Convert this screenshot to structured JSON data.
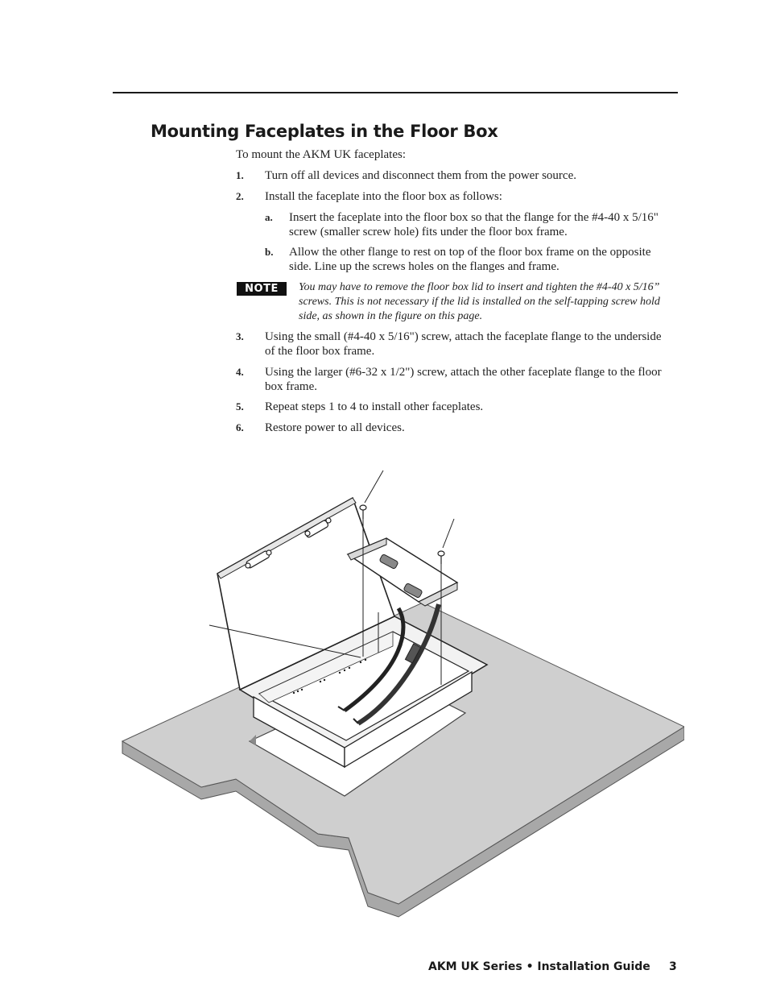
{
  "page": {
    "title": "Mounting Faceplates in the Floor Box",
    "intro": "To mount the AKM UK faceplates:",
    "steps": [
      {
        "num": "1.",
        "text": "Turn off all devices and disconnect them from the power source."
      },
      {
        "num": "2.",
        "text": "Install the faceplate into the floor box as follows:"
      },
      {
        "num": "3.",
        "text": "Using the small (#4-40 x 5/16\") screw, attach the faceplate flange to the underside of the floor box frame."
      },
      {
        "num": "4.",
        "text": "Using the larger (#6-32 x 1/2\") screw, attach the other faceplate flange to the floor box frame."
      },
      {
        "num": "5.",
        "text": "Repeat steps 1 to 4 to install other faceplates."
      },
      {
        "num": "6.",
        "text": "Restore power to all devices."
      }
    ],
    "substeps": [
      {
        "num": "a.",
        "text": "Insert the faceplate into the floor box so that the flange for the #4-40 x 5/16\" screw (smaller screw hole) fits under the floor box frame."
      },
      {
        "num": "b.",
        "text": "Allow the other flange to rest on top of the floor box frame on the opposite side. Line up the screws holes on the flanges and frame."
      }
    ],
    "note": {
      "label": "NOTE",
      "text": "You may have to remove the floor box lid to insert and tighten the #4-40 x 5/16” screws. This is not necessary if the lid is installed on the self-tapping screw hold side, as shown in the figure on this page."
    }
  },
  "footer": {
    "title": "AKM UK Series • Installation Guide",
    "page_number": "3"
  }
}
